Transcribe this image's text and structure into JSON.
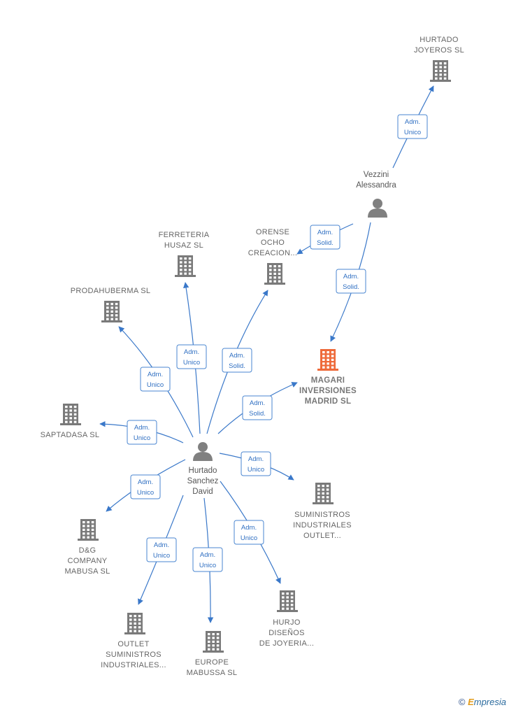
{
  "colors": {
    "edge": "#3a78c9",
    "building": "#7a7a7a",
    "focus_building": "#ee6a3a",
    "person": "#808080"
  },
  "people": [
    {
      "id": "hurtado",
      "lines": [
        "Hurtado",
        "Sanchez",
        "David"
      ],
      "icon": "person-icon"
    },
    {
      "id": "vezzini",
      "lines": [
        "Vezzini",
        "Alessandra"
      ],
      "icon": "person-icon"
    }
  ],
  "companies": [
    {
      "id": "magari",
      "lines": [
        "MAGARI",
        "INVERSIONES",
        "MADRID  SL"
      ],
      "focus": true,
      "icon": "building-icon"
    },
    {
      "id": "hurtado_joyeros",
      "lines": [
        "HURTADO",
        "JOYEROS  SL"
      ],
      "icon": "building-icon"
    },
    {
      "id": "orense",
      "lines": [
        "ORENSE",
        "OCHO",
        "CREACION..."
      ],
      "icon": "building-icon"
    },
    {
      "id": "ferreteria",
      "lines": [
        "FERRETERIA",
        "HUSAZ  SL"
      ],
      "icon": "building-icon"
    },
    {
      "id": "prodahuberma",
      "lines": [
        "PRODAHUBERMA SL"
      ],
      "icon": "building-icon"
    },
    {
      "id": "saptadasa",
      "lines": [
        "SAPTADASA SL"
      ],
      "icon": "building-icon"
    },
    {
      "id": "suministros",
      "lines": [
        "SUMINISTROS",
        "INDUSTRIALES",
        "OUTLET..."
      ],
      "icon": "building-icon"
    },
    {
      "id": "dg",
      "lines": [
        "D&G",
        "COMPANY",
        "MABUSA  SL"
      ],
      "icon": "building-icon"
    },
    {
      "id": "outlet",
      "lines": [
        "OUTLET",
        "SUMINISTROS",
        "INDUSTRIALES..."
      ],
      "icon": "building-icon"
    },
    {
      "id": "europe",
      "lines": [
        "EUROPE",
        "MABUSSA  SL"
      ],
      "icon": "building-icon"
    },
    {
      "id": "hurjo",
      "lines": [
        "HURJO",
        "DISEÑOS",
        "DE JOYERIA..."
      ],
      "icon": "building-icon"
    }
  ],
  "relations": [
    {
      "from": "vezzini",
      "to": "hurtado_joyeros",
      "label": [
        "Adm.",
        "Unico"
      ]
    },
    {
      "from": "vezzini",
      "to": "orense",
      "label": [
        "Adm.",
        "Solid."
      ]
    },
    {
      "from": "vezzini",
      "to": "magari",
      "label": [
        "Adm.",
        "Solid."
      ]
    },
    {
      "from": "hurtado",
      "to": "ferreteria",
      "label": [
        "Adm.",
        "Unico"
      ]
    },
    {
      "from": "hurtado",
      "to": "orense",
      "label": [
        "Adm.",
        "Solid."
      ]
    },
    {
      "from": "hurtado",
      "to": "prodahuberma",
      "label": [
        "Adm.",
        "Unico"
      ]
    },
    {
      "from": "hurtado",
      "to": "magari",
      "label": [
        "Adm.",
        "Solid."
      ]
    },
    {
      "from": "hurtado",
      "to": "saptadasa",
      "label": [
        "Adm.",
        "Unico"
      ]
    },
    {
      "from": "hurtado",
      "to": "suministros",
      "label": [
        "Adm.",
        "Unico"
      ]
    },
    {
      "from": "hurtado",
      "to": "dg",
      "label": [
        "Adm.",
        "Unico"
      ]
    },
    {
      "from": "hurtado",
      "to": "hurjo",
      "label": [
        "Adm.",
        "Unico"
      ]
    },
    {
      "from": "hurtado",
      "to": "outlet",
      "label": [
        "Adm.",
        "Unico"
      ]
    },
    {
      "from": "hurtado",
      "to": "europe",
      "label": [
        "Adm.",
        "Unico"
      ]
    }
  ],
  "footer": {
    "copyright": "©",
    "brand_first": "E",
    "brand_rest": "mpresia"
  }
}
